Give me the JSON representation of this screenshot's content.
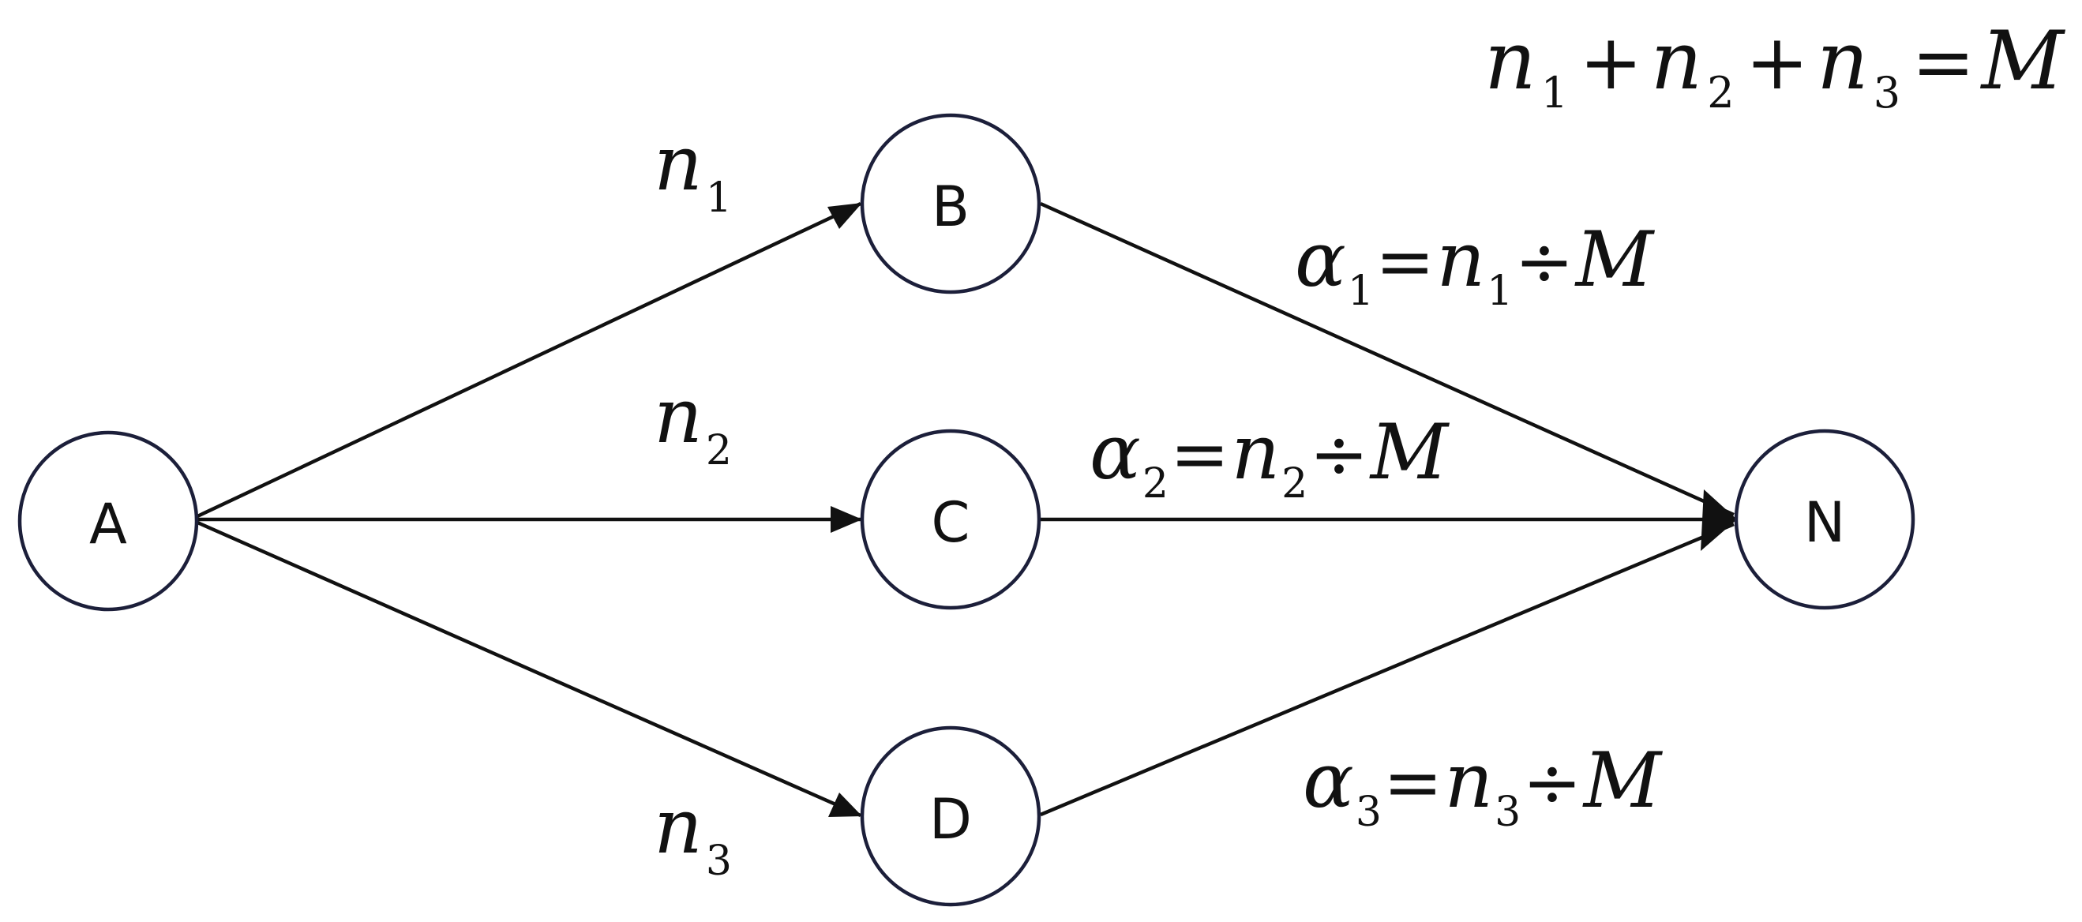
{
  "nodes": {
    "a": {
      "label": "A"
    },
    "b": {
      "label": "B"
    },
    "c": {
      "label": "C"
    },
    "d": {
      "label": "D"
    },
    "n": {
      "label": "N"
    }
  },
  "edge_labels": {
    "ab": {
      "var": "n",
      "sub": "1"
    },
    "ac": {
      "var": "n",
      "sub": "2"
    },
    "ad": {
      "var": "n",
      "sub": "3"
    }
  },
  "formulas": {
    "total": {
      "t1": "n",
      "s1": "1",
      "op1": "+",
      "t2": "n",
      "s2": "2",
      "op2": "+",
      "t3": "n",
      "s3": "3",
      "eq": "=",
      "rhs": "M"
    },
    "alpha1": {
      "sym": "α",
      "sub": "1",
      "eq": "=",
      "var": "n",
      "vsub": "1",
      "op": "÷",
      "rhs": "M"
    },
    "alpha2": {
      "sym": "α",
      "sub": "2",
      "eq": "=",
      "var": "n",
      "vsub": "2",
      "op": "÷",
      "rhs": "M"
    },
    "alpha3": {
      "sym": "α",
      "sub": "3",
      "eq": "=",
      "var": "n",
      "vsub": "3",
      "op": "÷",
      "rhs": "M"
    }
  }
}
